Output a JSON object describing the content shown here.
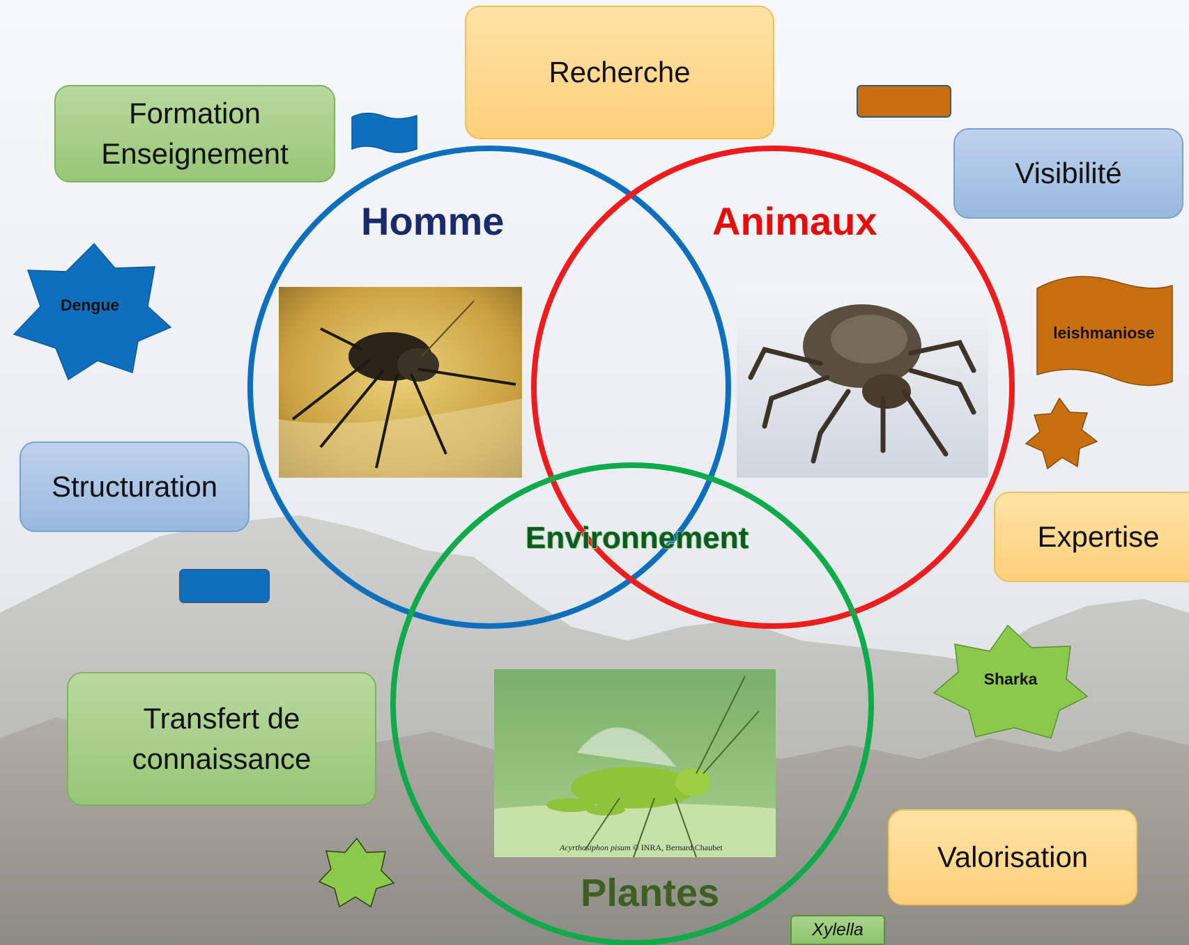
{
  "boxes": {
    "recherche": "Recherche",
    "formation_line1": "Formation",
    "formation_line2": "Enseignement",
    "visibilite": "Visibilité",
    "structuration": "Structuration",
    "expertise": "Expertise",
    "transfert_line1": "Transfert de",
    "transfert_line2": "connaissance",
    "valorisation": "Valorisation"
  },
  "circles": {
    "homme": "Homme",
    "animaux": "Animaux",
    "plantes": "Plantes",
    "environnement": "Environnement"
  },
  "diseases": {
    "dengue": "Dengue",
    "leishmaniose": "leishmaniose",
    "sharka": "Sharka",
    "xylella": "Xylella"
  },
  "photo_caption": {
    "species": "Acyrthosiphon pisum",
    "credit": " © INRA, Bernard Chaubet"
  },
  "colors": {
    "homme": "#0f6fbf",
    "animaux": "#ee1c1c",
    "plantes": "#0faa4a",
    "homme_text": "#1a2a6c",
    "animaux_text": "#e60d0d",
    "plantes_text": "#3f5e21",
    "environnement_text": "#0c5a24",
    "orange_shape": "#c8700f",
    "green_shape": "#8bc94a"
  },
  "icons": [
    "wave-flag-icon",
    "star-shape-icon",
    "tab-bar-icon"
  ]
}
